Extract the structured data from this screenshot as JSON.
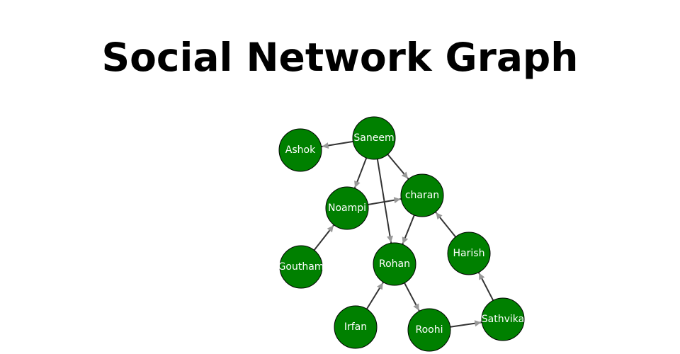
{
  "title": "Social Network Graph",
  "colors": {
    "node_fill": "#008000",
    "node_stroke": "#000000",
    "label": "#ffffff",
    "edge": "#333333",
    "arrow": "#999999"
  },
  "nodes": [
    {
      "id": "saneem",
      "label": "Saneem"
    },
    {
      "id": "ashok",
      "label": "Ashok"
    },
    {
      "id": "noampi",
      "label": "Noampi"
    },
    {
      "id": "charan",
      "label": "charan"
    },
    {
      "id": "goutham",
      "label": "Goutham"
    },
    {
      "id": "rohan",
      "label": "Rohan"
    },
    {
      "id": "harish",
      "label": "Harish"
    },
    {
      "id": "irfan",
      "label": "Irfan"
    },
    {
      "id": "roohi",
      "label": "Roohi"
    },
    {
      "id": "sathvika",
      "label": "Sathvika"
    }
  ],
  "edges": [
    {
      "from": "saneem",
      "to": "ashok"
    },
    {
      "from": "saneem",
      "to": "noampi"
    },
    {
      "from": "saneem",
      "to": "charan"
    },
    {
      "from": "saneem",
      "to": "rohan"
    },
    {
      "from": "noampi",
      "to": "charan"
    },
    {
      "from": "goutham",
      "to": "noampi"
    },
    {
      "from": "charan",
      "to": "rohan"
    },
    {
      "from": "harish",
      "to": "charan"
    },
    {
      "from": "irfan",
      "to": "rohan"
    },
    {
      "from": "rohan",
      "to": "roohi"
    },
    {
      "from": "roohi",
      "to": "sathvika"
    },
    {
      "from": "sathvika",
      "to": "harish"
    }
  ]
}
